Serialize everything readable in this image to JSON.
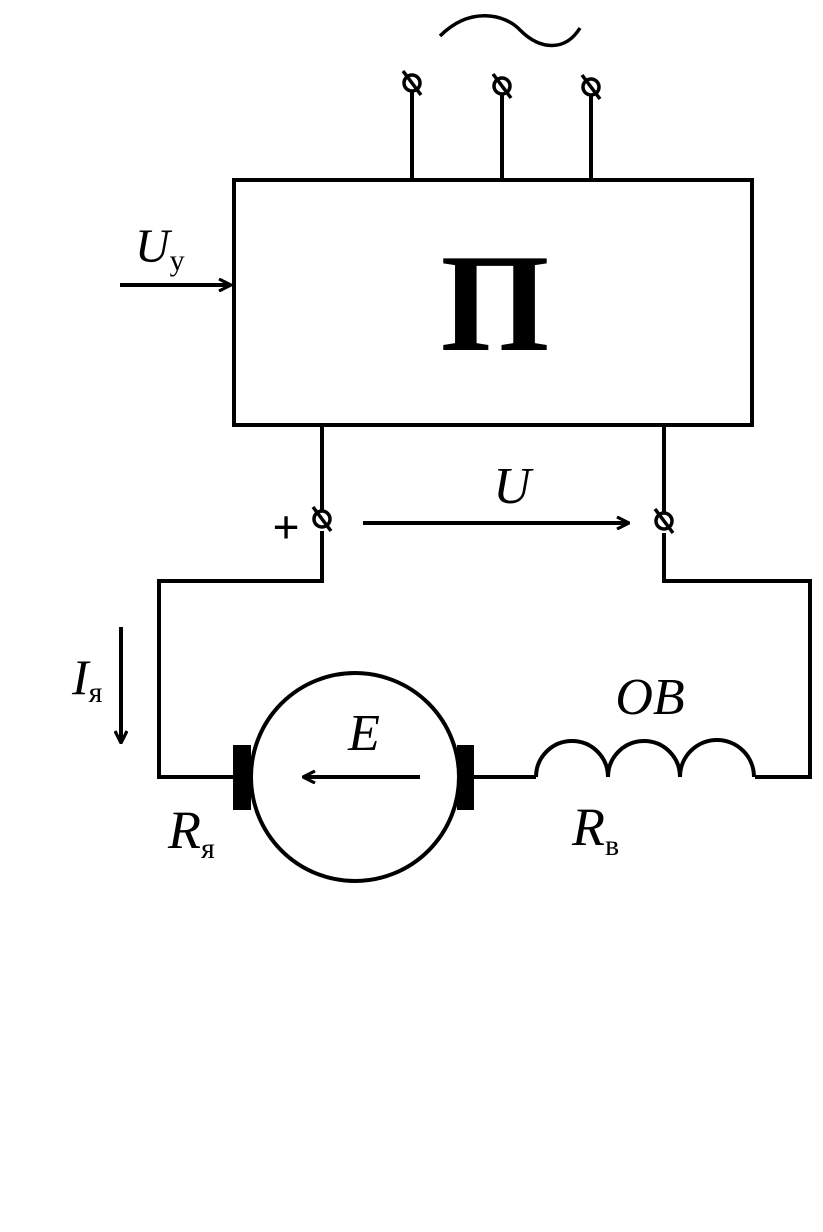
{
  "ac_supply_symbol": "~",
  "converter": {
    "label": "П"
  },
  "control_voltage": {
    "symbol": "U",
    "subscript": "у"
  },
  "output_voltage": {
    "symbol": "U",
    "polarity": "+"
  },
  "armature_current": {
    "symbol": "I",
    "subscript": "я"
  },
  "armature_emf": {
    "symbol": "E"
  },
  "armature_resistance": {
    "symbol": "R",
    "subscript": "я"
  },
  "field_winding": {
    "label": "ОВ"
  },
  "field_resistance": {
    "symbol": "R",
    "subscript": "в"
  },
  "colors": {
    "line": "#000000",
    "background": "#ffffff"
  }
}
